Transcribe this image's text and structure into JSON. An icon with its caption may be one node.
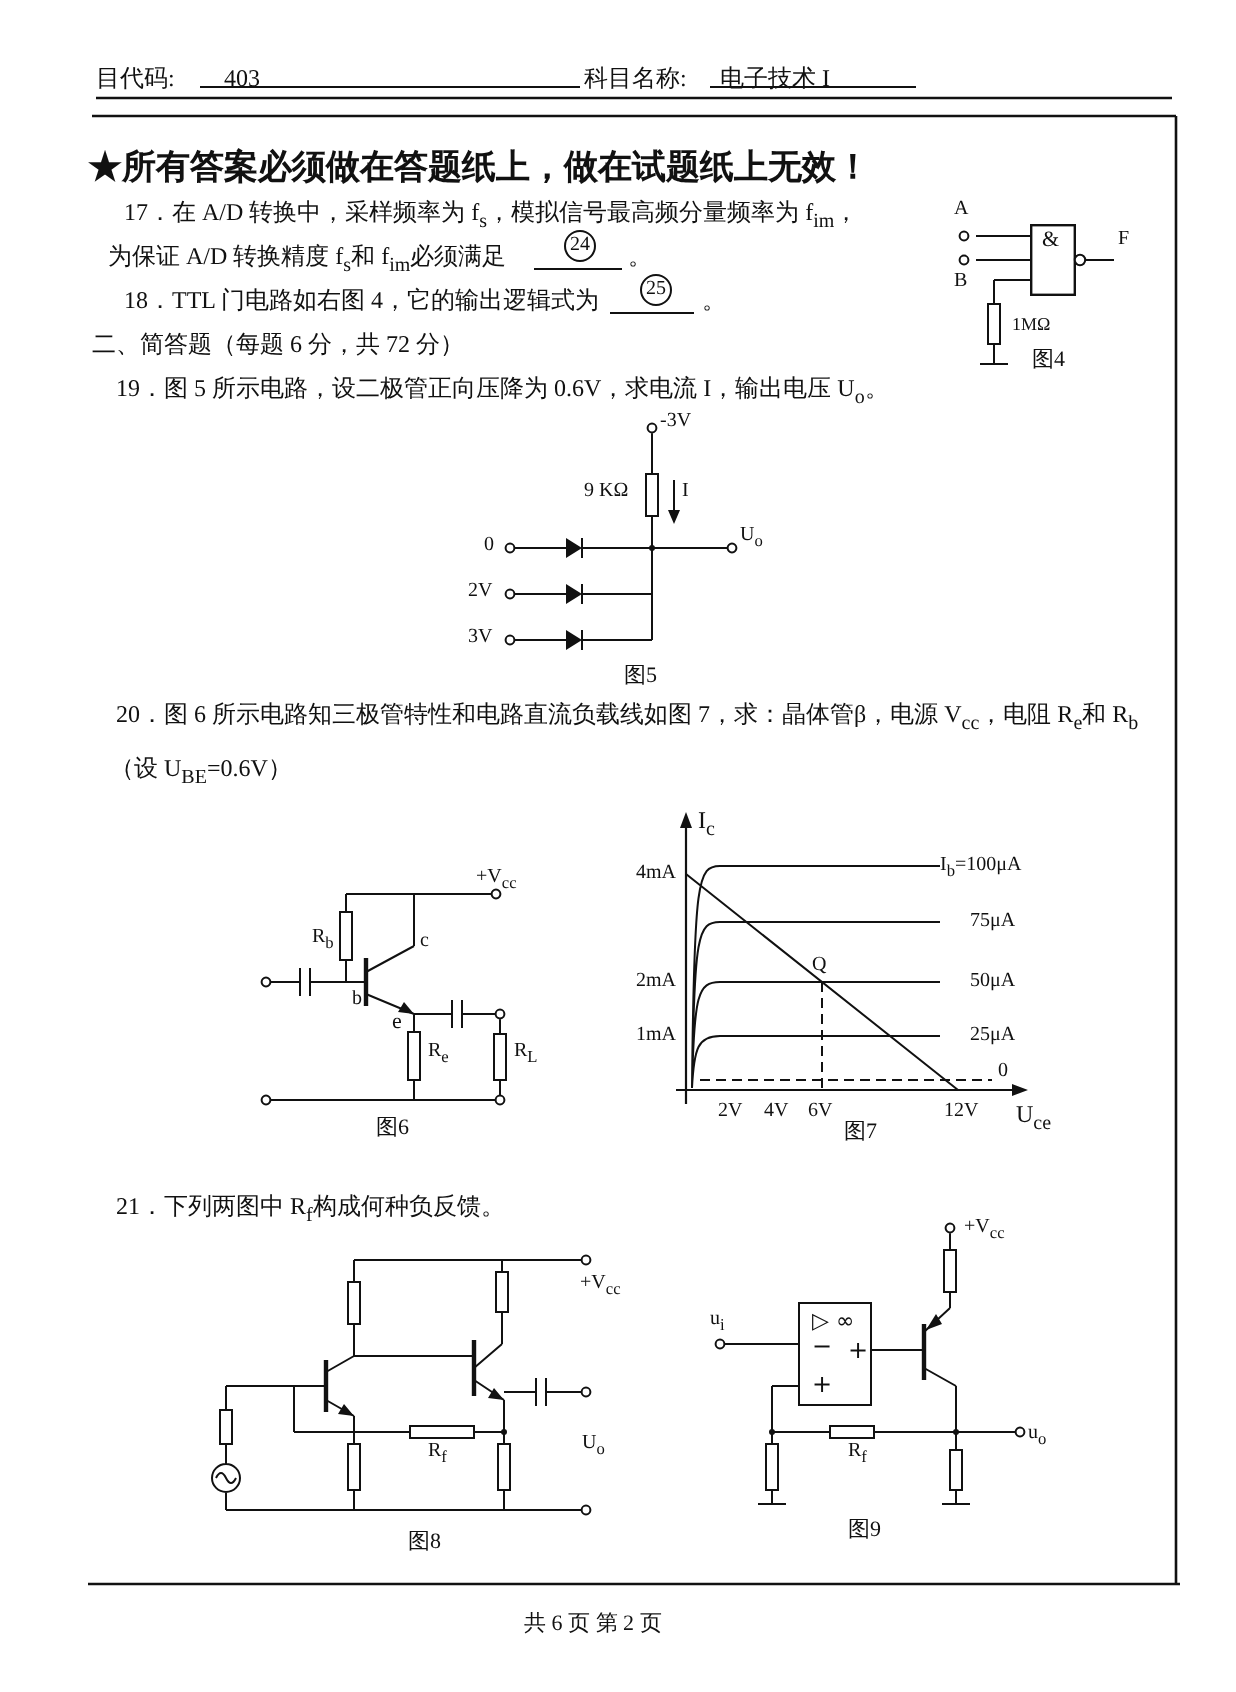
{
  "diagram": {
    "nodes": [
      {
        "text": [
          "&"
        ]
      },
      {
        "text": [
          "A"
        ]
      },
      {
        "text": [
          "B"
        ]
      },
      {
        "text": [
          "F"
        ]
      },
      {
        "text": [
          "▷ ∞",
          "−",
          "+",
          "+"
        ]
      }
    ],
    "edges": [
      {
        "from": 1,
        "to": 0,
        "arrow": "none"
      },
      {
        "from": 2,
        "to": 0,
        "arrow": "none"
      },
      {
        "from": 0,
        "to": 3,
        "arrow": "none"
      }
    ],
    "labels": [
      "目代码:",
      "403",
      "科目名称:",
      "电子技术 I",
      "★所有答案必须做在答题纸上，做在试题纸上无效！",
      "17．在 A/D 转换中，采样频率为 f$_{s}$，模拟信号最高频分量频率为 f$_{im}$，",
      "为保证 A/D 转换精度 f$_{s}$和 f$_{im}$必须满足",
      "24",
      "。",
      "18．TTL 门电路如右图 4，它的输出逻辑式为",
      "25",
      "。",
      "1MΩ",
      "图4",
      "二、简答题（每题 6 分，共 72 分）",
      "19．图 5 所示电路，设二极管正向压降为 0.6V，求电流 I，输出电压 U$_{o}$。",
      "-3V",
      "9 KΩ",
      "I",
      "U$_{o}$",
      "0",
      "2V",
      "3V",
      "图5",
      "20．图 6 所示电路知三极管特性和电路直流负载线如图 7，求：晶体管β，电源 V$_{cc}$，电阻 R$_{e}$和 R$_{b}$（设 U$_{BE}$=0.6V）",
      "+V$_{cc}$",
      "R$_{b}$",
      "c",
      "b",
      "e",
      "R$_{e}$",
      "R$_{L}$",
      "图6",
      "I$_{c}$",
      "4mA",
      "I$_{b}$=100μA",
      "75μA",
      "Q",
      "2mA",
      "50μA",
      "1mA",
      "25μA",
      "0",
      "2V",
      "4V",
      "6V",
      "12V",
      "U$_{ce}$",
      "图7",
      "21．下列两图中 R$_{f}$构成何种负反馈。",
      "+V$_{cc}$",
      "R$_{f}$",
      "U$_{o}$",
      "图8",
      "+V$_{cc}$",
      "u$_{i}$",
      "R$_{f}$",
      "u$_{o}$",
      "图9",
      "共 6 页 第 2 页"
    ]
  }
}
